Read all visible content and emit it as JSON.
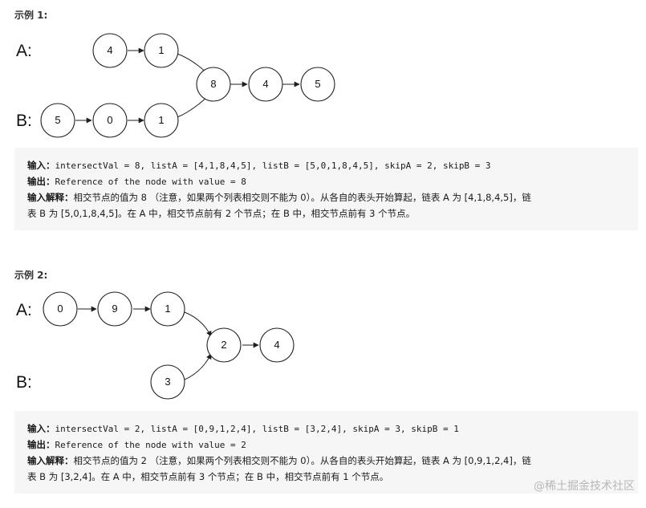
{
  "example1": {
    "title": "示例 1:",
    "label_a": "A:",
    "label_b": "B:",
    "nodes": [
      "4",
      "1",
      "8",
      "4",
      "5",
      "5",
      "0",
      "1"
    ],
    "input_key": "输入：",
    "input_val": "intersectVal = 8, listA = [4,1,8,4,5], listB = [5,0,1,8,4,5], skipA = 2, skipB = 3",
    "output_key": "输出：",
    "output_val": "Reference of the node with value = 8",
    "explain_key": "输入解释：",
    "explain_line1": "相交节点的值为 8 （注意，如果两个列表相交则不能为 0）。从各自的表头开始算起，链表 A 为 [4,1,8,4,5]，链",
    "explain_line2": "表 B 为 [5,0,1,8,4,5]。在 A 中，相交节点前有 2 个节点；在 B 中，相交节点前有 3 个节点。"
  },
  "example2": {
    "title": "示例 2:",
    "label_a": "A:",
    "label_b": "B:",
    "nodes": [
      "0",
      "9",
      "1",
      "2",
      "4",
      "3"
    ],
    "input_key": "输入：",
    "input_val": "intersectVal = 2, listA = [0,9,1,2,4], listB = [3,2,4], skipA = 3, skipB = 1",
    "output_key": "输出：",
    "output_val": "Reference of the node with value = 2",
    "explain_key": "输入解释：",
    "explain_line1": "相交节点的值为 2 （注意，如果两个列表相交则不能为 0）。从各自的表头开始算起，链表 A 为 [0,9,1,2,4]，链",
    "explain_line2": "表 B 为 [3,2,4]。在 A 中，相交节点前有 3 个节点；在 B 中，相交节点前有 1 个节点。"
  },
  "watermark": "@稀土掘金技术社区"
}
